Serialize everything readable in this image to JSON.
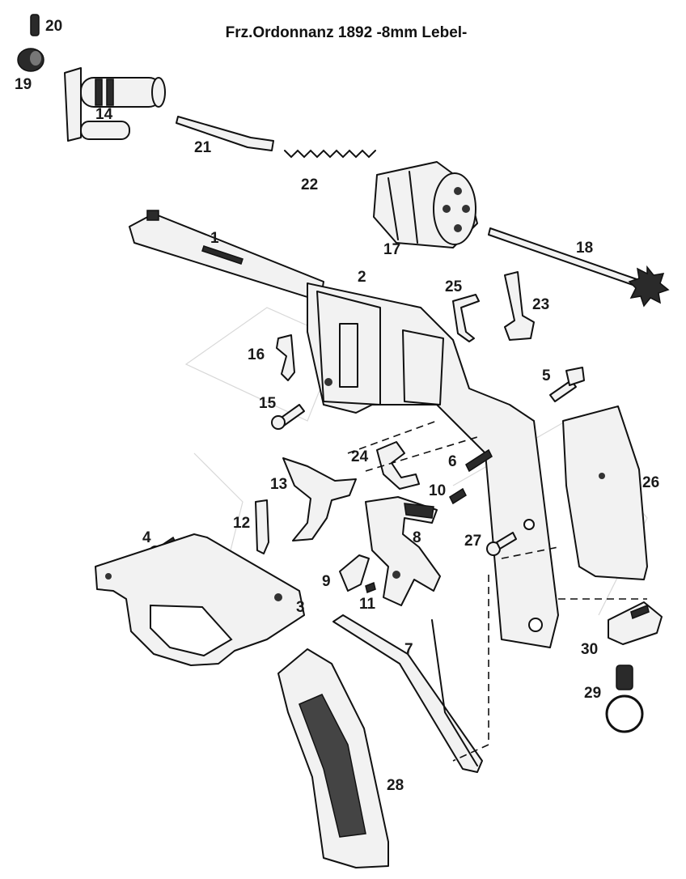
{
  "title": "Frz.Ordonnanz 1892 -8mm Lebel-",
  "parts": {
    "p1": "1",
    "p2": "2",
    "p3": "3",
    "p4": "4",
    "p5": "5",
    "p6": "6",
    "p7": "7",
    "p8": "8",
    "p9": "9",
    "p10": "10",
    "p11": "11",
    "p12": "12",
    "p13": "13",
    "p14": "14",
    "p15": "15",
    "p16": "16",
    "p17": "17",
    "p18": "18",
    "p19": "19",
    "p20": "20",
    "p21": "21",
    "p22": "22",
    "p23": "23",
    "p24": "24",
    "p25": "25",
    "p26": "26",
    "p27": "27",
    "p28": "28",
    "p29": "29",
    "p30": "30"
  }
}
